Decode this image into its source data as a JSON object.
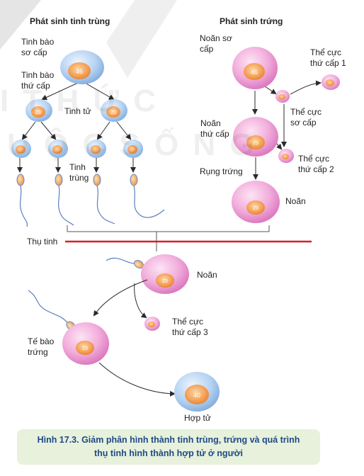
{
  "headers": {
    "spermatogenesis": "Phát sinh tinh trùng",
    "oogenesis": "Phát sinh trứng"
  },
  "labels": {
    "primary_spermatocyte": "Tinh bào\nsơ cấp",
    "secondary_spermatocyte": "Tinh bào\nthứ cấp",
    "spermatid": "Tinh tử",
    "sperm": "Tinh\ntrùng",
    "primary_oocyte": "Noãn sơ\ncấp",
    "first_polar_body": "Thể cực\nthứ cấp 1",
    "secondary_oocyte": "Noãn\nthứ cấp",
    "secondary_polar_body": "Thể cực\nsơ cấp",
    "ovulation": "Rụng trứng",
    "second_polar_body": "Thể cực\nthứ cấp 2",
    "egg": "Noãn",
    "fertilization": "Thụ tinh",
    "egg_fertilized": "Noãn",
    "third_polar_body": "Thể cực\nthứ cấp 3",
    "egg_cell": "Tế bào\ntrứng",
    "zygote": "Hợp tử"
  },
  "chromosome_numbers": {
    "diploid": "46",
    "haploid": "23",
    "zygote": "40"
  },
  "caption": {
    "line1": "Hình 17.3. Giảm phân hình thành tinh trùng, trứng và quá trình",
    "line2": "thụ tinh hình thành hợp tử ở người"
  },
  "colors": {
    "cell_pink": "#e88fc8",
    "nucleus_orange": "#f39a4c",
    "sperm_cell_blue": "#8fb8e6",
    "zygote_blue": "#a9c8ec",
    "fertilization_line": "#d61f26",
    "caption_bg": "#e7f1dc",
    "caption_text": "#1f4a86"
  }
}
